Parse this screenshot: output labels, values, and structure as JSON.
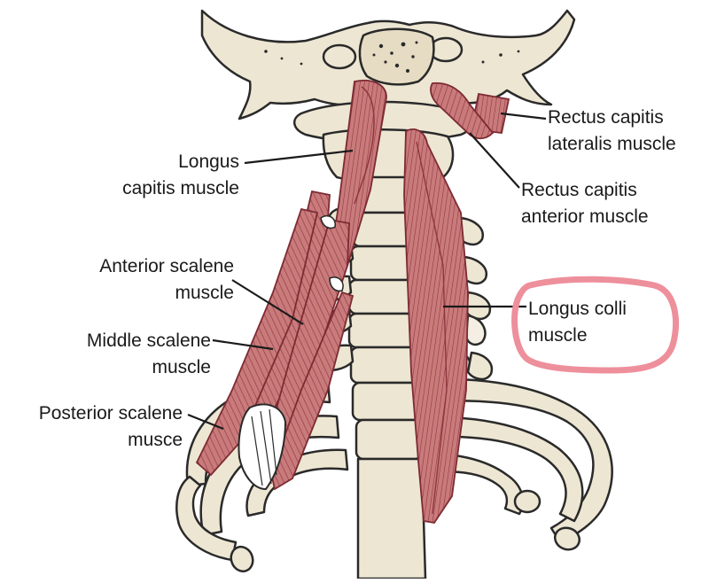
{
  "labels": {
    "longus_capitis": [
      "Longus",
      "capitis muscle"
    ],
    "anterior_scalene": [
      "Anterior scalene",
      "muscle"
    ],
    "middle_scalene": [
      "Middle scalene",
      "muscle"
    ],
    "posterior_scalene": [
      "Posterior scalene",
      "musce"
    ],
    "rectus_capitis_lateralis": [
      "Rectus capitis",
      "lateralis muscle"
    ],
    "rectus_capitis_anterior": [
      "Rectus capitis",
      "anterior muscle"
    ],
    "longus_colli": [
      "Longus colli",
      "muscle"
    ]
  },
  "colors": {
    "bone": "#ede6d3",
    "outline": "#2a2a2a",
    "muscle": "#c97b7b",
    "muscle_dark": "#a3474f",
    "highlight": "#ee8f9c"
  }
}
